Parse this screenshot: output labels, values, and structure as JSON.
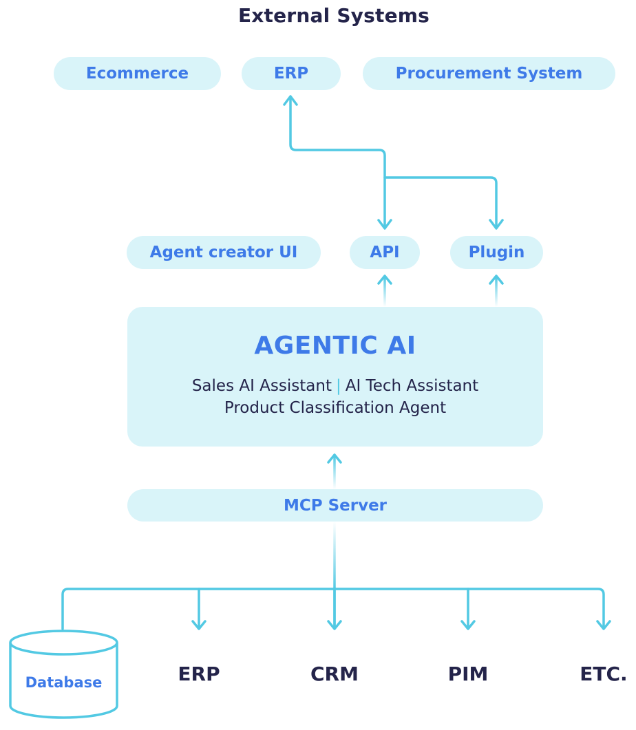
{
  "title": "External Systems",
  "external_systems": [
    "Ecommerce",
    "ERP",
    "Procurement System"
  ],
  "interfaces": {
    "agent_creator": "Agent creator UI",
    "api": "API",
    "plugin": "Plugin"
  },
  "core": {
    "title": "AGENTIC AI",
    "line1_left": "Sales AI Assistant",
    "separator": "|",
    "line1_right": "AI Tech Assistant",
    "line2": "Product Classification Agent"
  },
  "mcp_server": "MCP Server",
  "targets": {
    "database": "Database",
    "erp": "ERP",
    "crm": "CRM",
    "pim": "PIM",
    "etc": "ETC."
  },
  "colors": {
    "pill_fill": "#d9f4f9",
    "accent_text": "#3e7ae8",
    "dark_text": "#24244a",
    "connector": "#52c9e3"
  }
}
